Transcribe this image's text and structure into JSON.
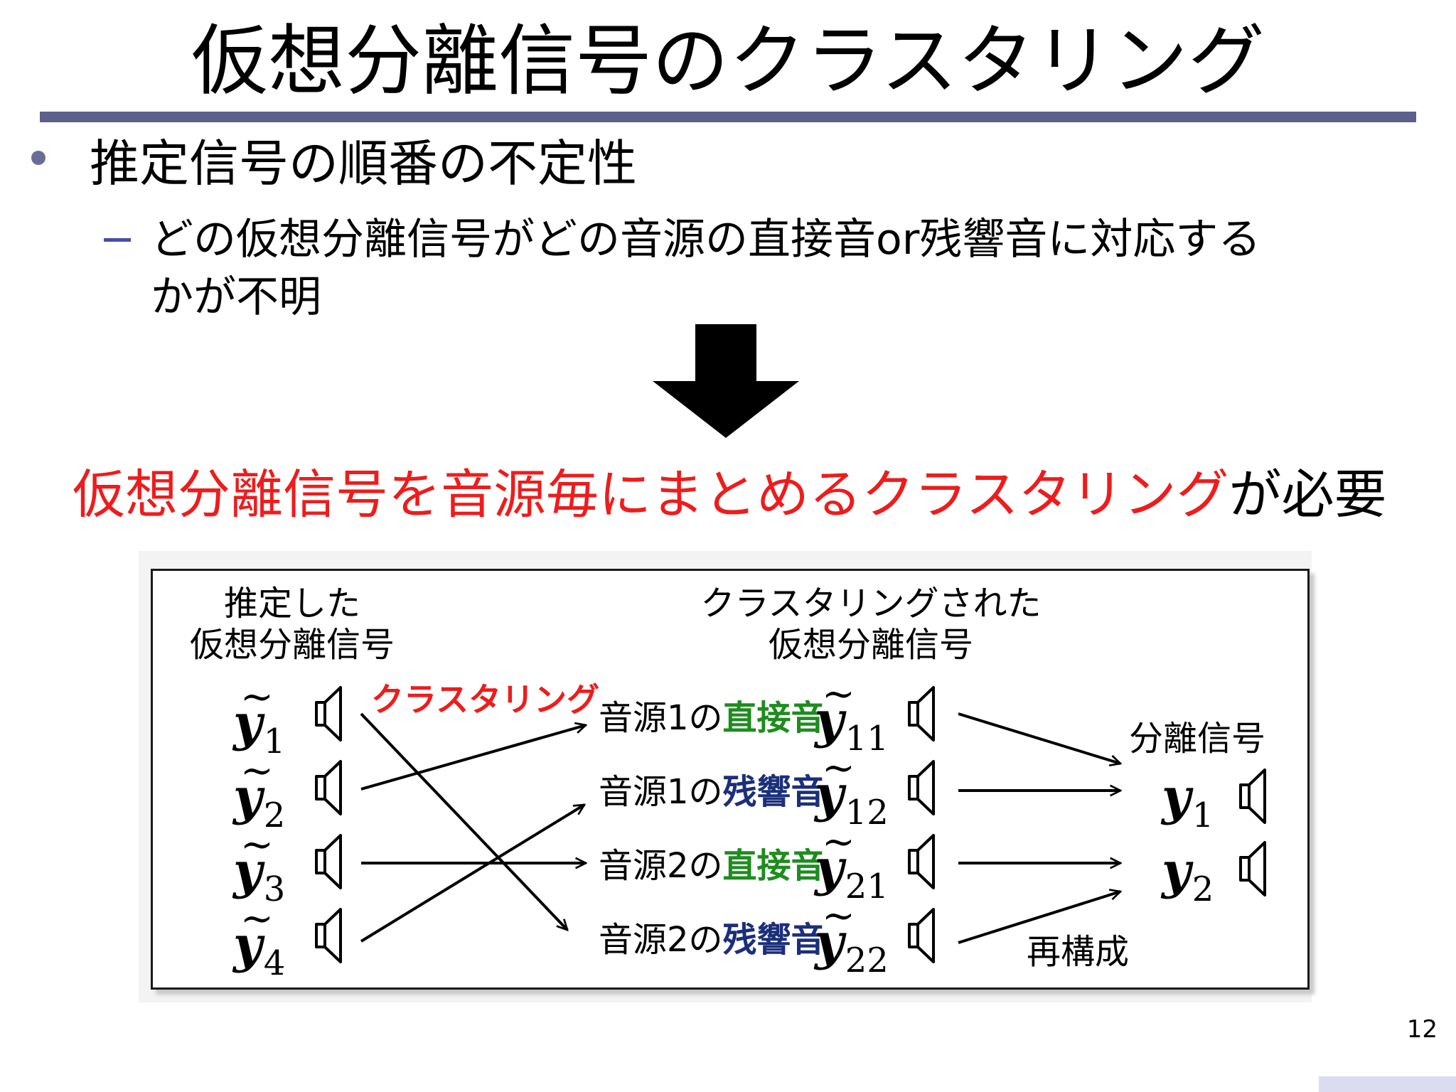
{
  "title": "仮想分離信号のクラスタリング",
  "bullet": {
    "text": "推定信号の順番の不定性",
    "sub_line1": "どの仮想分離信号がどの音源の直接音or残響音に対応する",
    "sub_line2": "かが不明"
  },
  "conclusion": {
    "red_part": "仮想分離信号を音源毎にまとめるクラスタリング",
    "black_part": "が必要"
  },
  "diagram": {
    "left_header_line1": "推定した",
    "left_header_line2": "仮想分離信号",
    "middle_header_line1": "クラスタリングされた",
    "middle_header_line2": "仮想分離信号",
    "right_header": "分離信号",
    "clustering_label": "クラスタリング",
    "reconstruct_label": "再構成",
    "inputs": [
      {
        "symbol": "y",
        "sub": "1"
      },
      {
        "symbol": "y",
        "sub": "2"
      },
      {
        "symbol": "y",
        "sub": "3"
      },
      {
        "symbol": "y",
        "sub": "4"
      }
    ],
    "clustered": [
      {
        "prefix": "音源1の",
        "kind": "直接音",
        "kind_color": "green",
        "symbol": "y",
        "sub": "11"
      },
      {
        "prefix": "音源1の",
        "kind": "残響音",
        "kind_color": "navy",
        "symbol": "y",
        "sub": "12"
      },
      {
        "prefix": "音源2の",
        "kind": "直接音",
        "kind_color": "green",
        "symbol": "y",
        "sub": "21"
      },
      {
        "prefix": "音源2の",
        "kind": "残響音",
        "kind_color": "navy",
        "symbol": "y",
        "sub": "22"
      }
    ],
    "outputs": [
      {
        "symbol": "y",
        "sub": "1"
      },
      {
        "symbol": "y",
        "sub": "2"
      }
    ],
    "mapping": {
      "input_to_clustered": [
        4,
        1,
        3,
        2
      ],
      "clustered_to_output": [
        1,
        1,
        2,
        2
      ]
    }
  },
  "page_number": "12",
  "colors": {
    "title_rule": "#5d5f8c",
    "red": "#ee1c1c",
    "green": "#1e8c1e",
    "navy": "#1b2f7a"
  }
}
